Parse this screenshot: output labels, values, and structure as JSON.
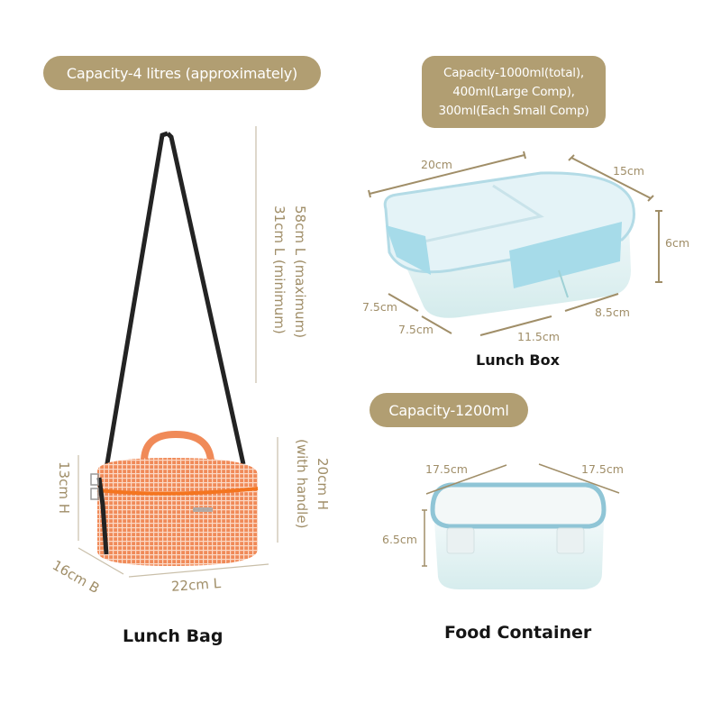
{
  "colors": {
    "pill_background": "#b19e72",
    "pill_text": "#ffffff",
    "dimension_text": "#a08e68",
    "dimension_line": "#a08e68",
    "title_text": "#151515",
    "bag_orange": "#f2804a",
    "strap_black": "#232323",
    "lid_blue": "#a6dbe9"
  },
  "lunch_bag": {
    "capacity_label": "Capacity-4 litres (approximately)",
    "strap_max": "58cm L (maximum)",
    "strap_min": "31cm L (minimum)",
    "height_with_handle_value": "20cm H",
    "height_with_handle_note": "(with handle)",
    "height": "13cm H",
    "breadth": "16cm B",
    "length": "22cm L",
    "title": "Lunch Bag"
  },
  "lunch_box": {
    "capacity_lines": [
      "Capacity-1000ml(total),",
      "400ml(Large Comp),",
      "300ml(Each Small Comp)"
    ],
    "length": "20cm",
    "width": "15cm",
    "height": "6cm",
    "small_comp_1": "7.5cm",
    "small_comp_2": "7.5cm",
    "large_comp_length": "11.5cm",
    "large_comp_width": "8.5cm",
    "title": "Lunch Box"
  },
  "food_container": {
    "capacity_label": "Capacity-1200ml",
    "length": "17.5cm",
    "width": "17.5cm",
    "height": "6.5cm",
    "title": "Food Container"
  }
}
